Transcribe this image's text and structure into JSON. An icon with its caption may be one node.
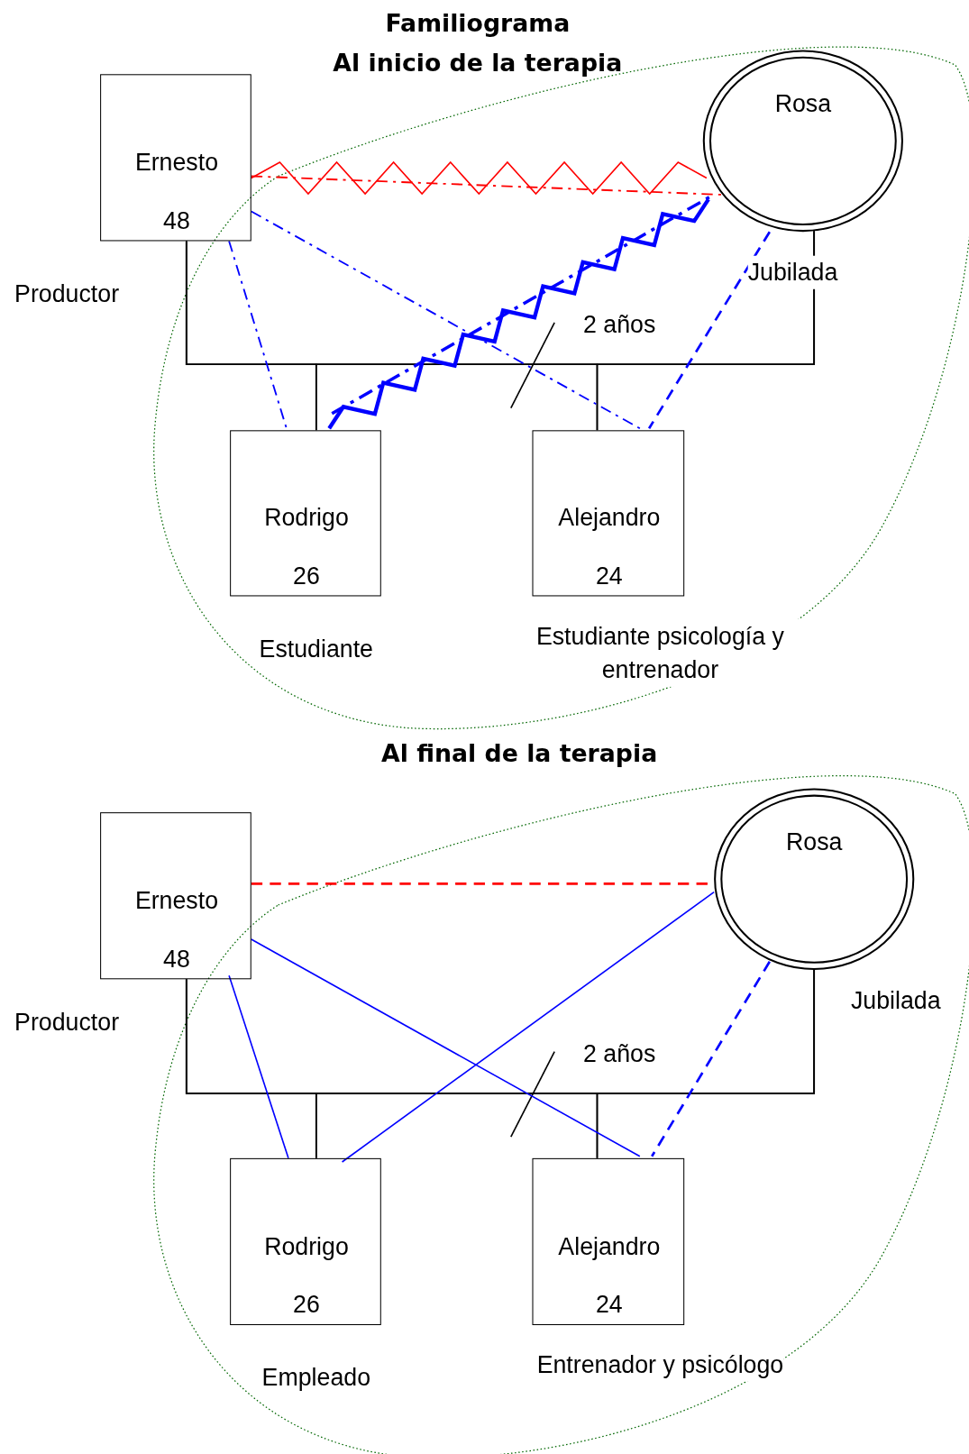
{
  "diagram": {
    "title": "Familiograma",
    "nodes": [
      {
        "text": [
          "Ernesto",
          "48"
        ],
        "beside": [
          "Productor"
        ]
      },
      {
        "text": [
          "Rosa"
        ],
        "beside": [
          "Jubilada"
        ]
      },
      {
        "text": [
          "Rodrigo",
          "26"
        ],
        "beside": [
          "Estudiante"
        ]
      },
      {
        "text": [
          "Alejandro",
          "24"
        ],
        "beside": [
          "Estudiante psicología y entrenador"
        ]
      },
      {
        "text": [
          "Ernesto",
          "48"
        ],
        "beside": [
          "Productor"
        ]
      },
      {
        "text": [
          "Rosa"
        ],
        "beside": [
          "Jubilada"
        ]
      },
      {
        "text": [
          "Rodrigo",
          "26"
        ],
        "beside": [
          "Empleado"
        ]
      },
      {
        "text": [
          "Alejandro",
          "24"
        ],
        "beside": [
          "Entrenador y psicólogo"
        ]
      }
    ],
    "edges": [
      {
        "from": 0,
        "to": 1,
        "arrow": "none",
        "label": "2 años"
      },
      {
        "from": 0,
        "to": 2,
        "arrow": "none"
      },
      {
        "from": 0,
        "to": 3,
        "arrow": "none"
      },
      {
        "from": 1,
        "to": 2,
        "arrow": "none"
      },
      {
        "from": 1,
        "to": 3,
        "arrow": "none"
      },
      {
        "from": 0,
        "to": 1,
        "arrow": "none",
        "color": "#ff0000"
      },
      {
        "from": 0,
        "to": 1,
        "arrow": "none",
        "style": "dashed",
        "color": "#ff0000"
      },
      {
        "from": 0,
        "to": 2,
        "arrow": "none",
        "style": "dashed",
        "color": "#0000ff"
      },
      {
        "from": 0,
        "to": 3,
        "arrow": "none",
        "style": "dashed",
        "color": "#0000ff"
      },
      {
        "from": 2,
        "to": 1,
        "arrow": "none",
        "style": "thick",
        "color": "#0000ff"
      },
      {
        "from": 2,
        "to": 1,
        "arrow": "none",
        "style": "dashed",
        "color": "#0000ff"
      },
      {
        "from": 1,
        "to": 3,
        "arrow": "none",
        "style": "dashed",
        "color": "#0000ff"
      },
      {
        "from": 4,
        "to": 5,
        "arrow": "none",
        "label": "2 años"
      },
      {
        "from": 4,
        "to": 6,
        "arrow": "none"
      },
      {
        "from": 4,
        "to": 7,
        "arrow": "none"
      },
      {
        "from": 5,
        "to": 6,
        "arrow": "none"
      },
      {
        "from": 5,
        "to": 7,
        "arrow": "none"
      },
      {
        "from": 4,
        "to": 5,
        "arrow": "none",
        "style": "dashed",
        "color": "#ff0000"
      },
      {
        "from": 4,
        "to": 6,
        "arrow": "none",
        "color": "#0000ff"
      },
      {
        "from": 4,
        "to": 7,
        "arrow": "none",
        "color": "#0000ff"
      },
      {
        "from": 6,
        "to": 5,
        "arrow": "none",
        "color": "#0000ff"
      },
      {
        "from": 5,
        "to": 7,
        "arrow": "none",
        "style": "dashed",
        "color": "#0000ff"
      }
    ],
    "labels": [
      "Al inicio de la terapia",
      "Al final de la terapia"
    ]
  }
}
